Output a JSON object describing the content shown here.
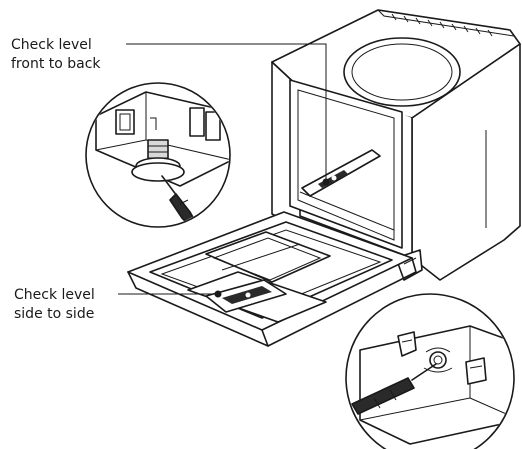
{
  "callouts": {
    "front_to_back": {
      "line1": "Check level",
      "line2": "front to back"
    },
    "side_to_side": {
      "line1": "Check level",
      "line2": "side to side"
    }
  },
  "colors": {
    "ink": "#1a1a1a",
    "background": "#ffffff",
    "level_fill": "#2a2a2a"
  },
  "icons": [
    "spirit-level-icon",
    "screwdriver-icon",
    "leveling-foot-icon"
  ]
}
